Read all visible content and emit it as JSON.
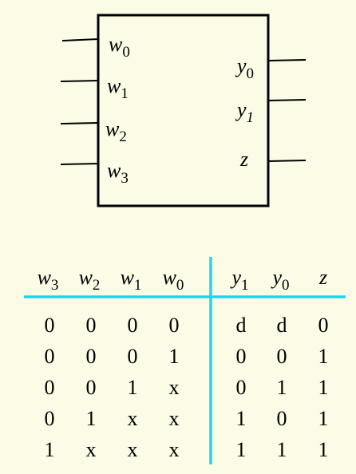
{
  "block": {
    "inputs": [
      {
        "var": "w",
        "sub": "0"
      },
      {
        "var": "w",
        "sub": "1"
      },
      {
        "var": "w",
        "sub": "2"
      },
      {
        "var": "w",
        "sub": "3"
      }
    ],
    "outputs": [
      {
        "var": "y",
        "sub": "0"
      },
      {
        "var": "y",
        "sub": "1"
      },
      {
        "var": "z",
        "sub": ""
      }
    ]
  },
  "table": {
    "headers": [
      {
        "var": "w",
        "sub": "3"
      },
      {
        "var": "w",
        "sub": "2"
      },
      {
        "var": "w",
        "sub": "1"
      },
      {
        "var": "w",
        "sub": "0"
      },
      {
        "var": "y",
        "sub": "1"
      },
      {
        "var": "y",
        "sub": "0"
      },
      {
        "var": "z",
        "sub": ""
      }
    ],
    "rows": [
      [
        "0",
        "0",
        "0",
        "0",
        "d",
        "d",
        "0"
      ],
      [
        "0",
        "0",
        "0",
        "1",
        "0",
        "0",
        "1"
      ],
      [
        "0",
        "0",
        "1",
        "x",
        "0",
        "1",
        "1"
      ],
      [
        "0",
        "1",
        "x",
        "x",
        "1",
        "0",
        "1"
      ],
      [
        "1",
        "x",
        "x",
        "x",
        "1",
        "1",
        "1"
      ]
    ]
  },
  "colors": {
    "background": "#fcfce6",
    "table_rule": "#1fd6e8",
    "ink": "#000000"
  }
}
